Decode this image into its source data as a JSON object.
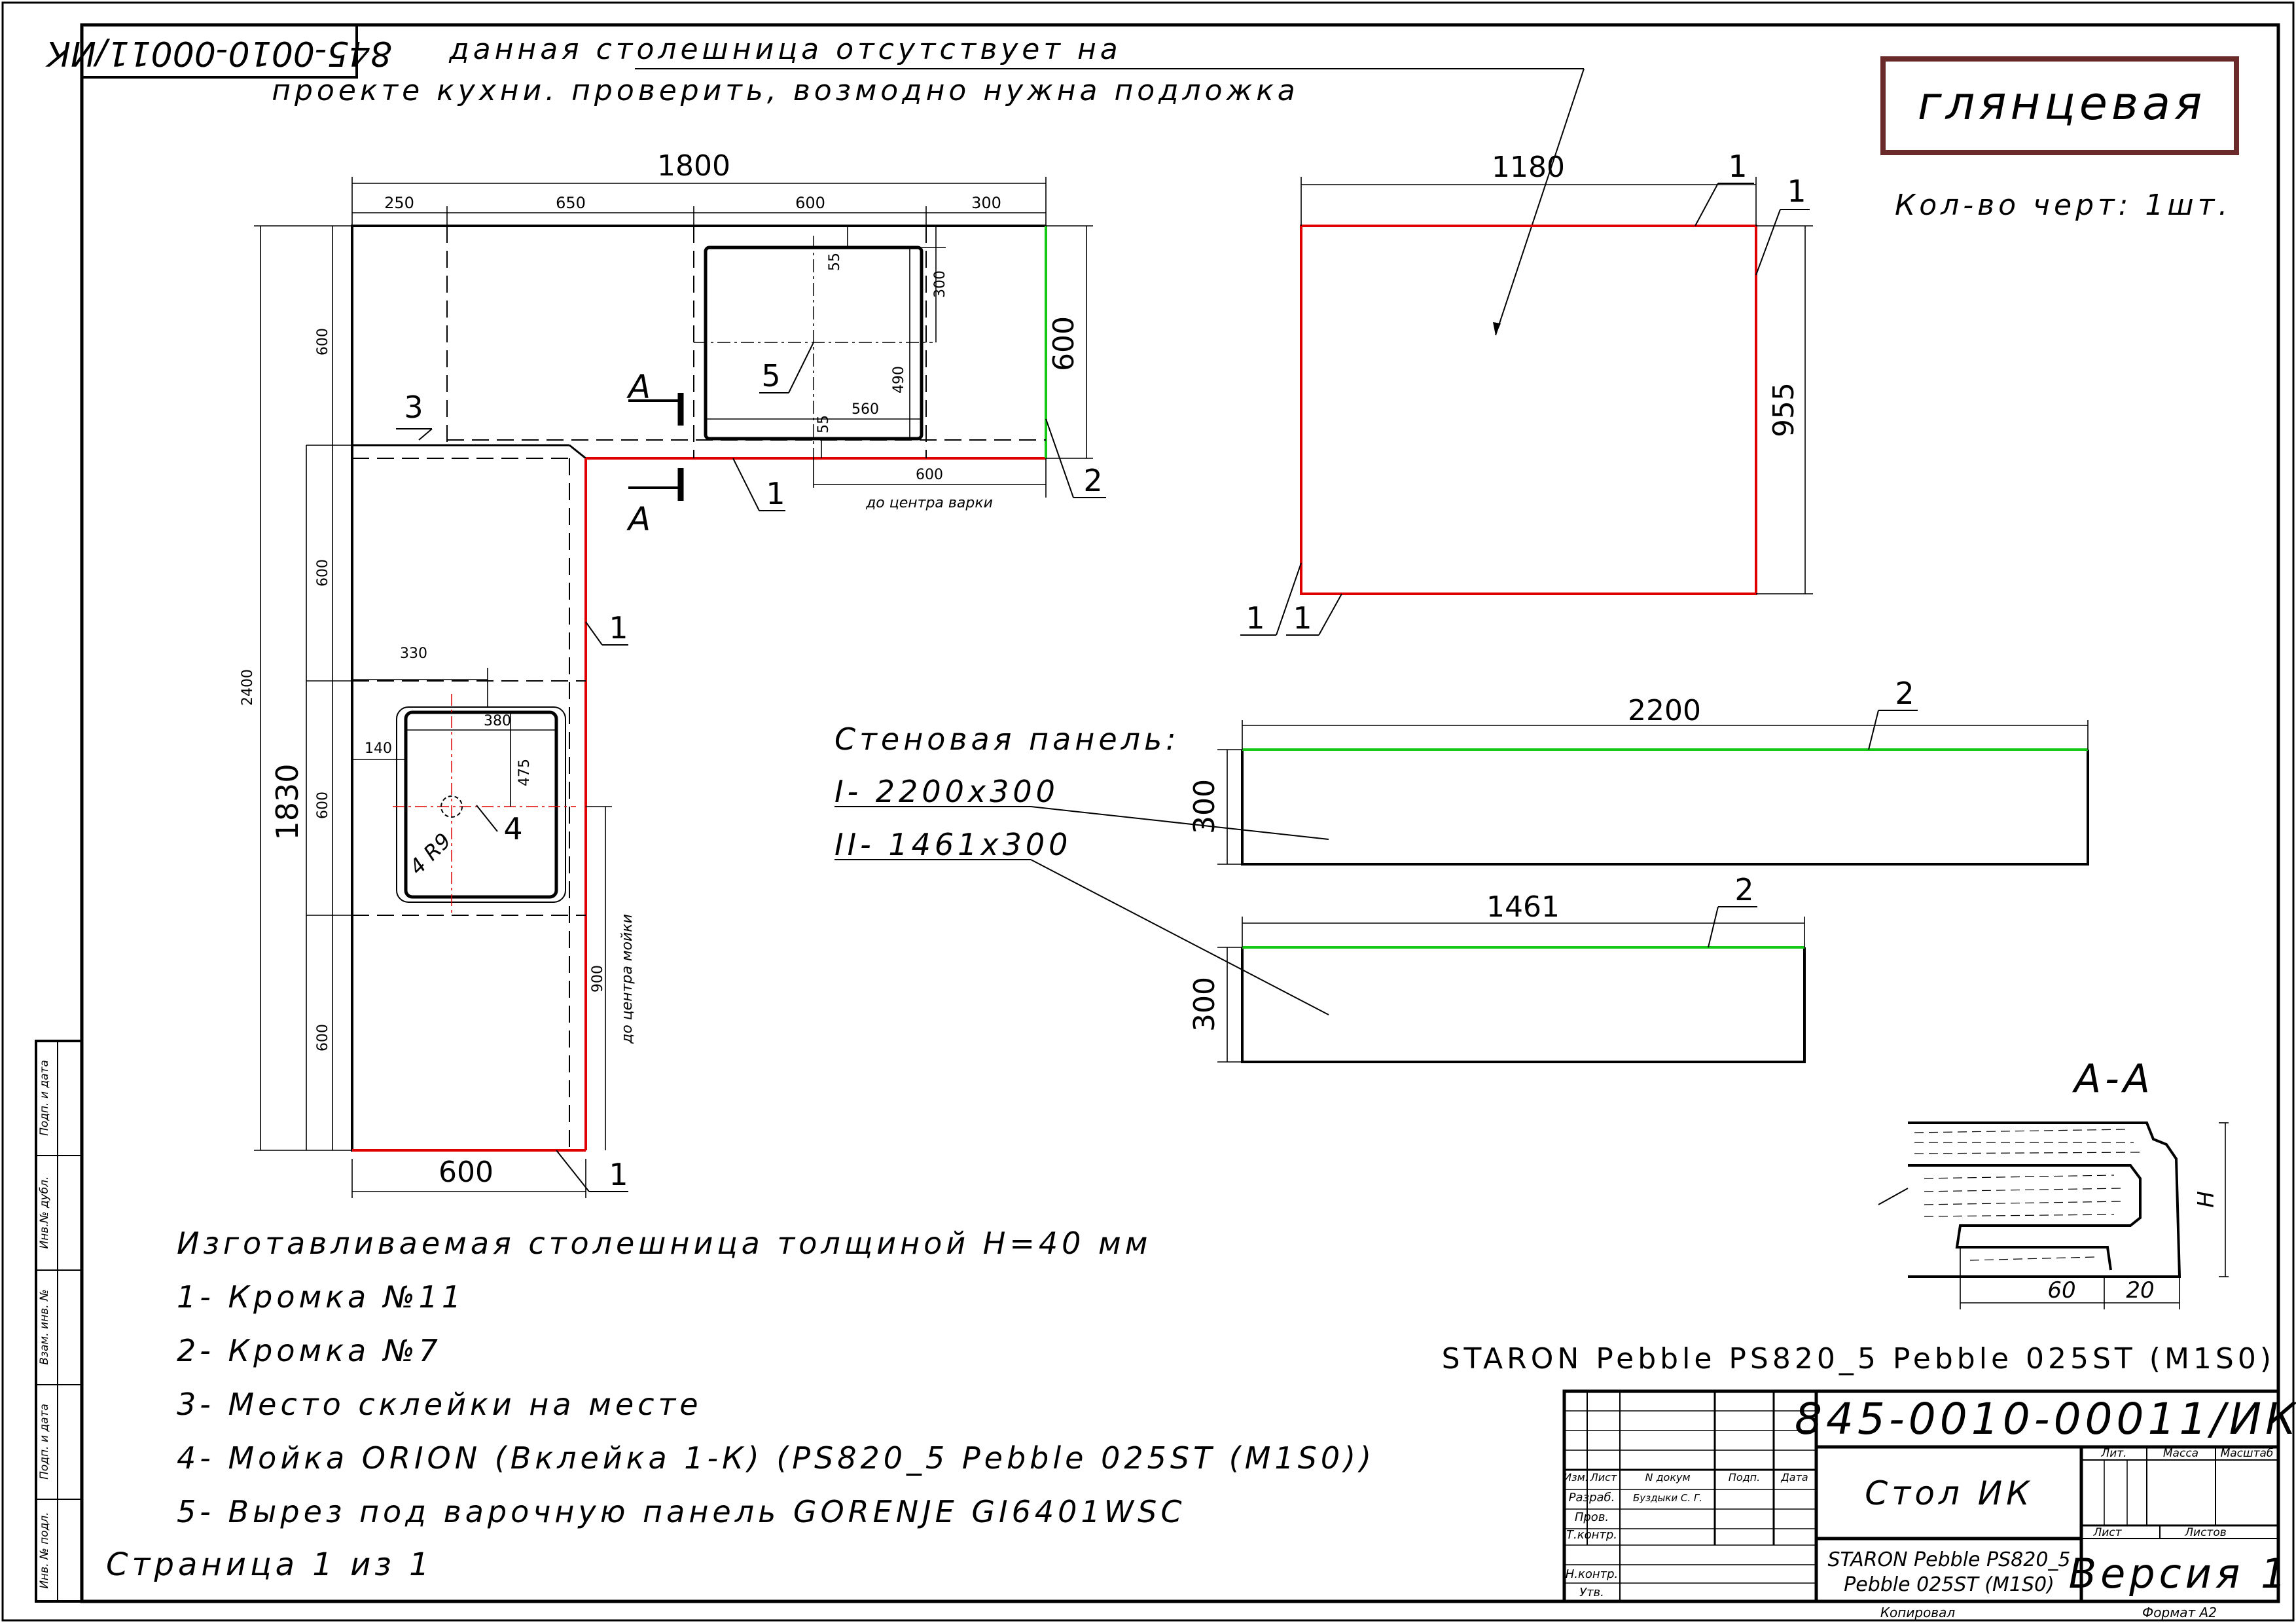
{
  "stamp_number": "845-0010-00011/ИК",
  "finish_label": "глянцевая",
  "quantity_text": "Кол-во черт: 1шт.",
  "note": {
    "line1": "данная столешница отсутствует на",
    "line2": "проекте кухни. проверить, возмодно нужна подложка"
  },
  "worktop": {
    "total_width": "1800",
    "seg_250": "250",
    "seg_650": "650",
    "seg_600": "600",
    "seg_300": "300",
    "right_depth": "600",
    "left_600a": "600",
    "left_600b": "600",
    "left_600c": "600",
    "left_600d": "600",
    "total_length": "2400",
    "length_1830": "1830",
    "bottom_width": "600",
    "hob_dim_55a": "55",
    "hob_dim_300": "300",
    "hob_dim_490": "490",
    "hob_dim_560": "560",
    "hob_dim_55b": "55",
    "hob_center_600": "600",
    "hob_center_label": "до центра варки",
    "sink_330": "330",
    "sink_380": "380",
    "sink_140": "140",
    "sink_475": "475",
    "sink_radius": "4 R9",
    "sink_center_900": "900",
    "sink_center_label": "до центра мойки",
    "callout_1": "1",
    "callout_2": "2",
    "callout_3": "3",
    "callout_4": "4",
    "callout_5": "5",
    "section_mark": "A"
  },
  "extra_panel": {
    "width": "1180",
    "height": "955",
    "edge": "1"
  },
  "wall_panels": {
    "title": "Стеновая панель:",
    "item1": "I- 2200x300",
    "item2": "II- 1461x300",
    "panel1_width": "2200",
    "panel1_height": "300",
    "panel2_width": "1461",
    "panel2_height": "300",
    "edge": "2"
  },
  "section": {
    "title": "A-A",
    "dim_60": "60",
    "dim_20": "20",
    "dim_h": "H"
  },
  "legend": {
    "heading": "Изготавливаемая столешница толщиной H=40 мм",
    "items": [
      "1- Кромка №11",
      "2- Кромка №7",
      "3- Место склейки на месте",
      "4- Мойка ORION (Вклейка 1-К) (PS820_5 Pebble 025ST (M1S0))",
      "5- Вырез под варочную панель GORENJE GI6401WSC"
    ],
    "page": "Страница 1 из 1"
  },
  "material": "STARON Pebble PS820_5 Pebble 025ST (M1S0)",
  "title_block": {
    "designation": "845-0010-00011/ИК",
    "name": "Стол ИК",
    "material_line1": "STARON Pebble PS820_5",
    "material_line2": "Pebble 025ST (M1S0)",
    "version": "Версия 1",
    "col_izm": "Изм.",
    "col_list": "Лист",
    "col_ndoc": "N докум",
    "col_sign": "Подп.",
    "col_date": "Дата",
    "row_razrab": "Разраб.",
    "razrab_name": "Буздыки С. Г.",
    "row_prov": "Пров.",
    "row_tkontr": "Т.контр.",
    "row_nkontr": "Н.контр.",
    "row_utv": "Утв.",
    "lit": "Лит.",
    "massa": "Масса",
    "masshtab": "Масштаб",
    "list": "Лист",
    "listov": "Листов",
    "copied": "Копировал",
    "format": "Формат A2"
  },
  "side_stamp": [
    "Инв. № подл.",
    "Подп. и дата",
    "Взам. инв. №",
    "Инв.№ дубл.",
    "Подп. и дата"
  ]
}
